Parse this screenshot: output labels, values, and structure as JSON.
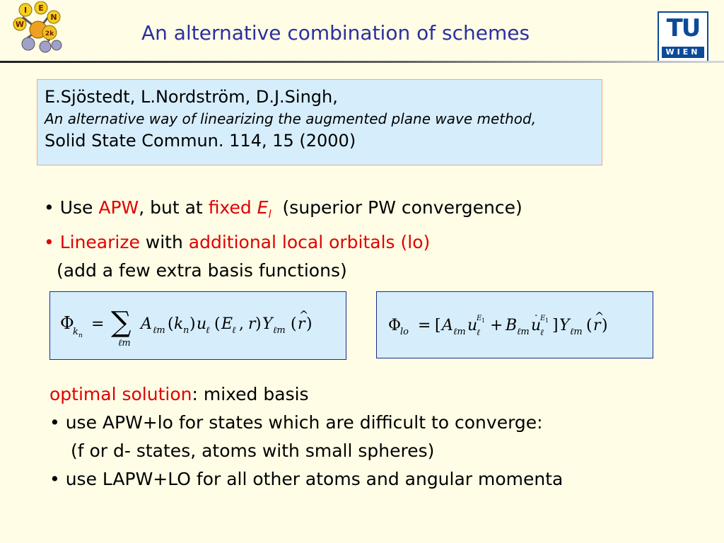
{
  "logo": {
    "left_letters": [
      "I",
      "E",
      "N",
      "W",
      "2k"
    ]
  },
  "title": "An alternative combination of schemes",
  "tu_logo": {
    "top": "TU",
    "bottom": "WIEN"
  },
  "reference": {
    "authors": "E.Sjöstedt, L.Nordström, D.J.Singh,",
    "paper": "An alternative way of linearizing the augmented plane wave method,",
    "journal": "Solid State Commun. 114, 15 (2000)"
  },
  "bullets_top": {
    "line1": {
      "bullet": "• Use ",
      "apw": "APW",
      "mid": ", but at ",
      "fixed": "fixed ",
      "el_E": "E",
      "el_sub": "l",
      "rest": "  (superior PW convergence)"
    },
    "line2": {
      "bullet_linearize": "• Linearize",
      "with": " with ",
      "orbitals": "additional local orbitals (lo)"
    },
    "line3": "(add a few extra basis functions)"
  },
  "equations": {
    "eq1_label": "Φ_kn = Σ_ℓm A_ℓm(k_n) u_ℓ(E_ℓ, r) Y_ℓm(r̂)",
    "eq2_label": "Φ_lo = [A_ℓm u_ℓ^E1 + B_ℓm u̇_ℓ^E1] Y_ℓm(r̂)"
  },
  "bullets_bottom": {
    "optimal": "optimal solution",
    "mixed": ": mixed basis",
    "b1": "• use APW+lo for states which are difficult to converge:",
    "b1_sub": "(f or d- states, atoms with small spheres)",
    "b2": "• use LAPW+LO for all other atoms and angular momenta"
  },
  "colors": {
    "title": "#2b2fa0",
    "highlight": "#e00000",
    "box_fill": "#d6eefc",
    "background": "#fffde6"
  }
}
